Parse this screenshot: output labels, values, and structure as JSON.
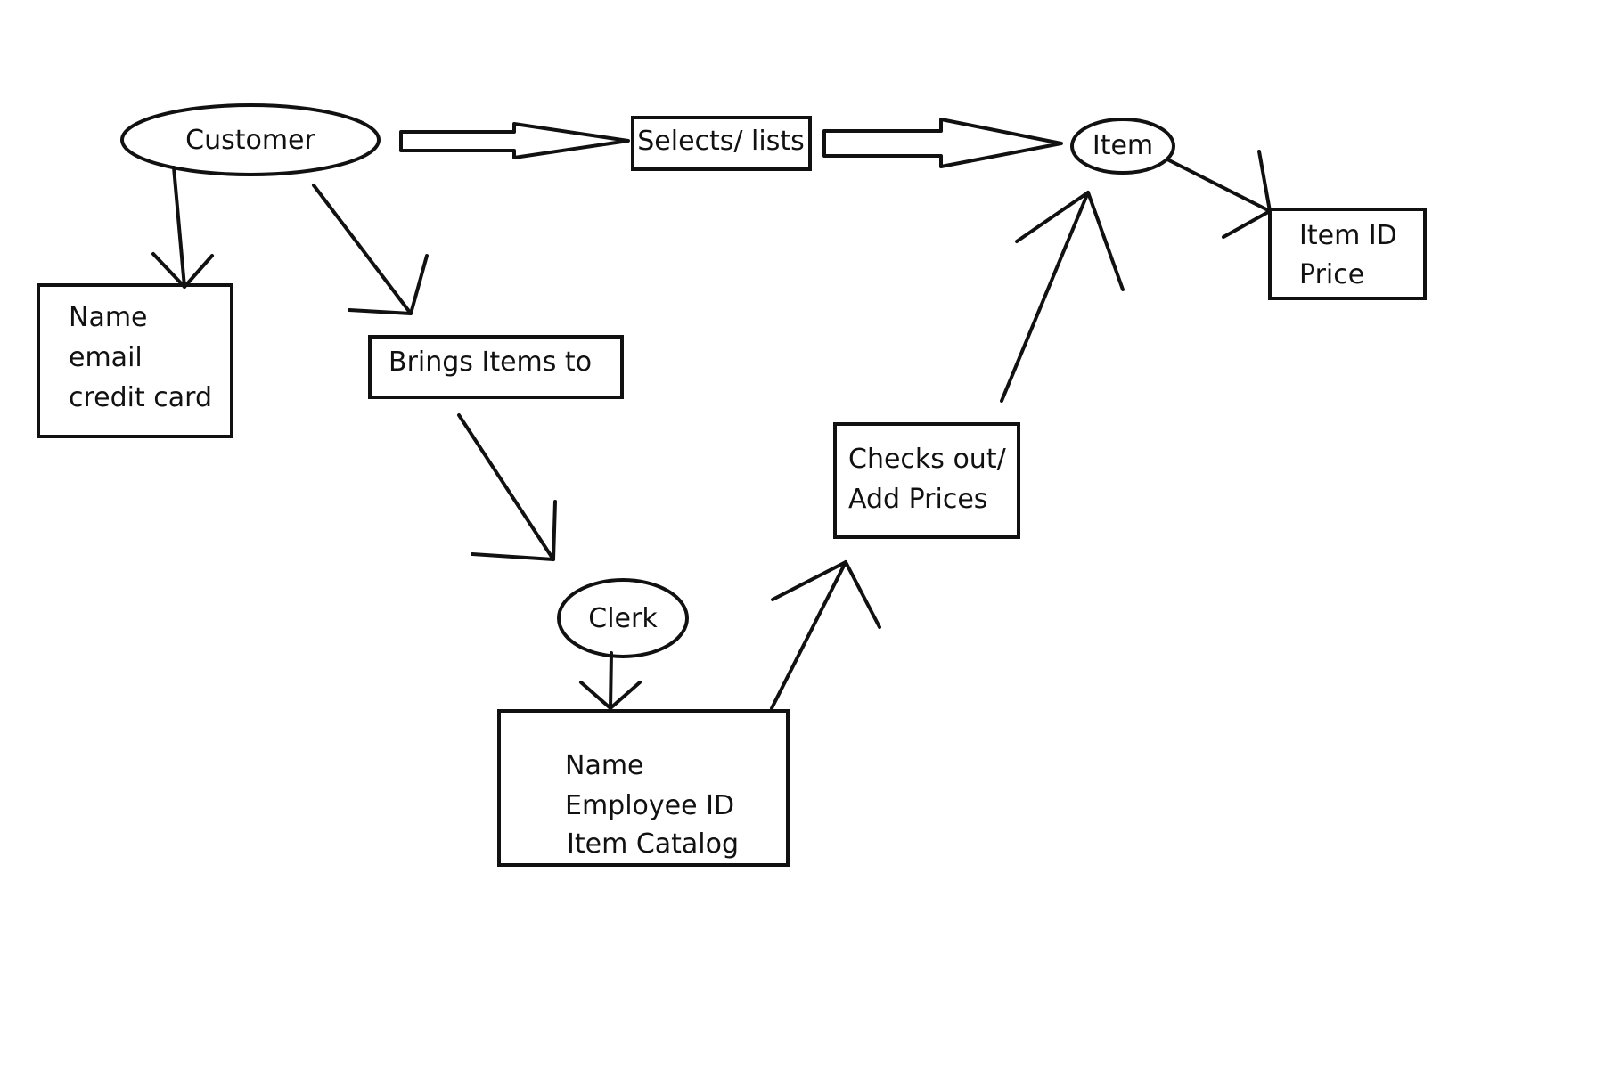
{
  "diagram": {
    "entities": {
      "customer": {
        "label": "Customer"
      },
      "item": {
        "label": "Item"
      },
      "clerk": {
        "label": "Clerk"
      }
    },
    "relationships": {
      "selects": {
        "label": "Selects/ lists"
      },
      "brings": {
        "label": "Brings Items to"
      },
      "checkout": {
        "line1": "Checks out/",
        "line2": "Add Prices"
      }
    },
    "attributes": {
      "customer": {
        "line1": "Name",
        "line2": "email",
        "line3": "credit card"
      },
      "item": {
        "line1": "Item ID",
        "line2": "Price"
      },
      "clerk": {
        "line1": "Name",
        "line2": "Employee ID",
        "line3": "Item Catalog"
      }
    }
  }
}
